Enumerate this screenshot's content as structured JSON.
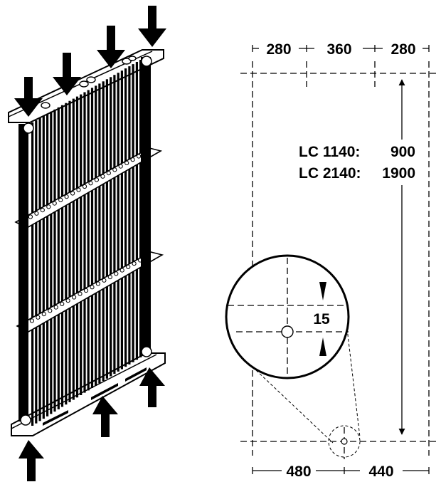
{
  "dimensions": {
    "top_left": "280",
    "top_middle": "360",
    "top_right": "280",
    "bottom_left": "480",
    "bottom_right": "440",
    "detail_offset": "15"
  },
  "height_labels": {
    "line1_model": "LC 1140:",
    "line1_value": "900",
    "line2_model": "LC 2140:",
    "line2_value": "1900"
  },
  "icons": {
    "load_arrow": "arrow-down-icon",
    "support_arrow": "arrow-up-icon"
  },
  "colors": {
    "ink": "#000000",
    "paper": "#ffffff"
  }
}
